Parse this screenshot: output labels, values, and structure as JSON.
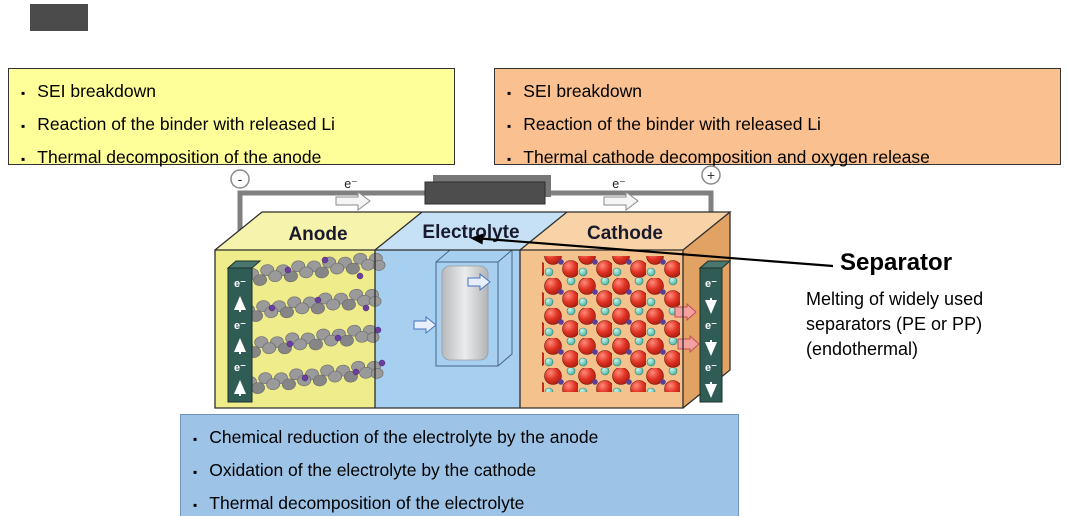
{
  "bullet": "▪",
  "colors": {
    "boxYellow": "#FFFF99",
    "boxOrange": "#FAC090",
    "boxBlue": "#9DC3E6",
    "anodeFace": "#EFEC8B",
    "anodeTop": "#F6F3AC",
    "electrolyteFace": "#A6CFF0",
    "electrolyteTop": "#C6E1F6",
    "cathodeFace": "#F4C28C",
    "cathodeTop": "#F8D3A8",
    "cathodeSide": "#E2A264",
    "collector": "#2F5D55",
    "wire": "#808080",
    "resistor": "#4D4D4D"
  },
  "anode_box": {
    "items": [
      "SEI breakdown",
      "Reaction of the binder with released Li",
      "Thermal decomposition of the anode"
    ]
  },
  "cathode_box": {
    "items": [
      "SEI breakdown",
      "Reaction of the binder with released Li",
      "Thermal cathode decomposition and oxygen release"
    ]
  },
  "electrolyte_box": {
    "items": [
      "Chemical reduction of the electrolyte by the anode",
      "Oxidation of the electrolyte by the cathode",
      "Thermal decomposition of the electrolyte"
    ]
  },
  "diagram": {
    "anode_label": "Anode",
    "electrolyte_label": "Electrolyte",
    "cathode_label": "Cathode",
    "minus_terminal": "-",
    "plus_terminal": "+",
    "electron_label": "e⁻",
    "separator_title": "Separator",
    "separator_note": "Melting of widely used separators (PE or PP) (endothermal)"
  }
}
